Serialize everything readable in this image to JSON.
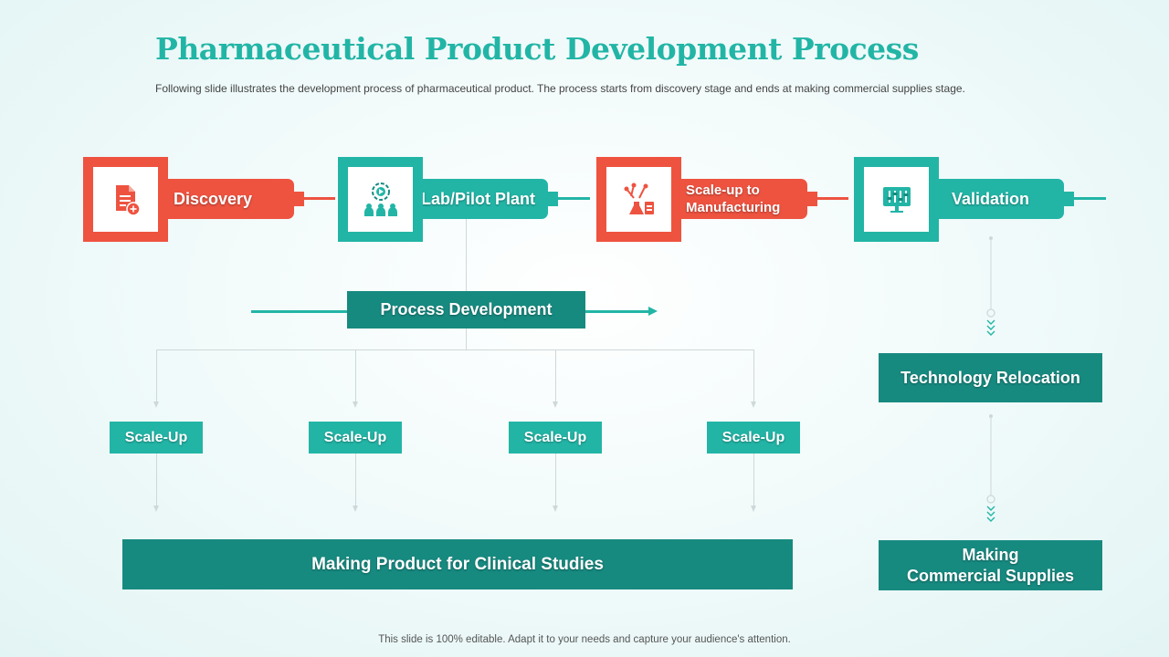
{
  "title": "Pharmaceutical Product Development Process",
  "subtitle": "Following slide illustrates the development  process of pharmaceutical product. The  process starts from discovery  stage and ends at making commercial supplies stage.",
  "stages": [
    {
      "label": "Discovery",
      "icon": "document-plus-icon",
      "color": "#ee5340"
    },
    {
      "label": "Lab/Pilot Plant",
      "icon": "team-gear-icon",
      "color": "#22b5a6"
    },
    {
      "label_line1": "Scale-up to",
      "label_line2": "Manufacturing",
      "icon": "lab-flask-icon",
      "color": "#ee5340"
    },
    {
      "label": "Validation",
      "icon": "monitor-sliders-icon",
      "color": "#22b5a6"
    }
  ],
  "process_development": "Process Development",
  "scale_ups": [
    "Scale-Up",
    "Scale-Up",
    "Scale-Up",
    "Scale-Up"
  ],
  "clinical_studies": "Making Product for Clinical Studies",
  "technology_relocation": "Technology Relocation",
  "commercial_supplies": {
    "line1": "Making",
    "line2": "Commercial Supplies"
  },
  "footer": "This slide is 100% editable. Adapt it to your needs and capture your audience's attention.",
  "colors": {
    "accent_red": "#ee5340",
    "accent_teal": "#22b5a6",
    "dark_teal": "#178a80"
  }
}
